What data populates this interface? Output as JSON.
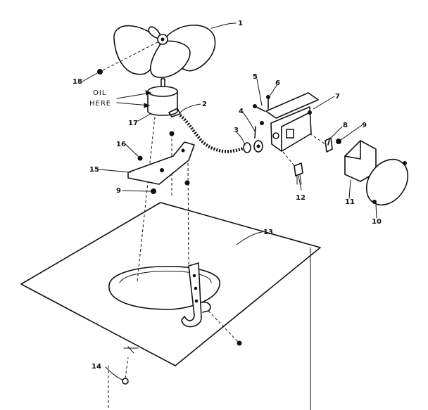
{
  "callouts": {
    "c1": "1",
    "c2": "2",
    "c3": "3",
    "c4": "4",
    "c5": "5",
    "c6": "6",
    "c7": "7",
    "c8": "8",
    "c9a": "9",
    "c9b": "9",
    "c10": "10",
    "c11": "11",
    "c12": "12",
    "c13": "13",
    "c14": "14",
    "c15": "15",
    "c16": "16",
    "c17": "17",
    "c18": "18"
  },
  "oil_note": {
    "line1": "OIL",
    "line2": "HERE"
  }
}
